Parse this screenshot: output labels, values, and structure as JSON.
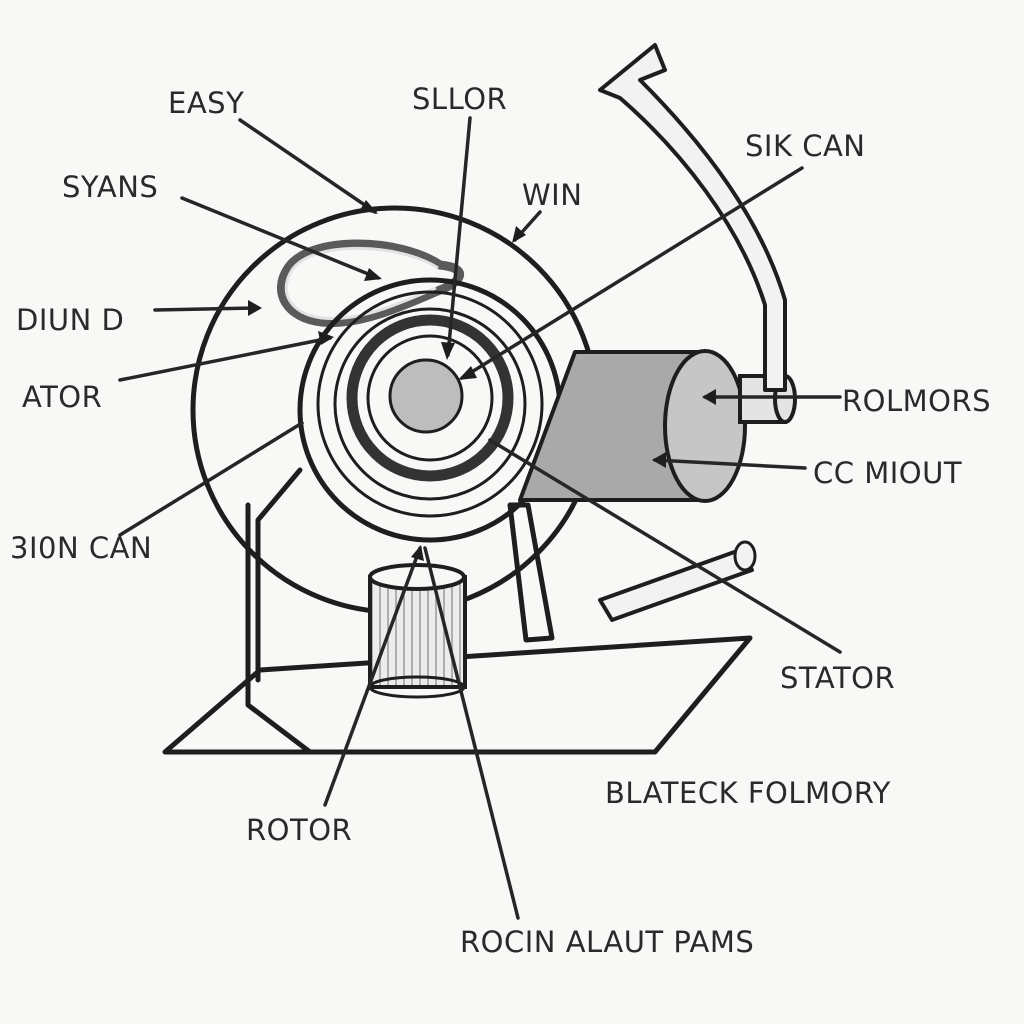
{
  "labels": {
    "easy": "EASY",
    "sllor": "SLLOR",
    "win": "WIN",
    "sik_can": "SIK CAN",
    "syans": "SYANS",
    "diun_d": "DIUN D",
    "ator": "ATOR",
    "sign_can": "3I0N CAN",
    "rolmors": "ROLMORS",
    "cc_miout": "CC MIOUT",
    "stator": "STATOR",
    "blateck_folmory": "BLATECK FOLMORY",
    "rotor": "ROTOR",
    "rocin_alaut_pams": "ROCIN ALAUT PAMS"
  },
  "colors": {
    "background": "#f8f8f6",
    "line": "#1e1e1e",
    "label": "#2a2a2a",
    "shaded_part": "#a9a9a9",
    "hub_fill": "#bdbdbd",
    "inner_ring": "#333333",
    "bushing": "#e4e4e4"
  }
}
